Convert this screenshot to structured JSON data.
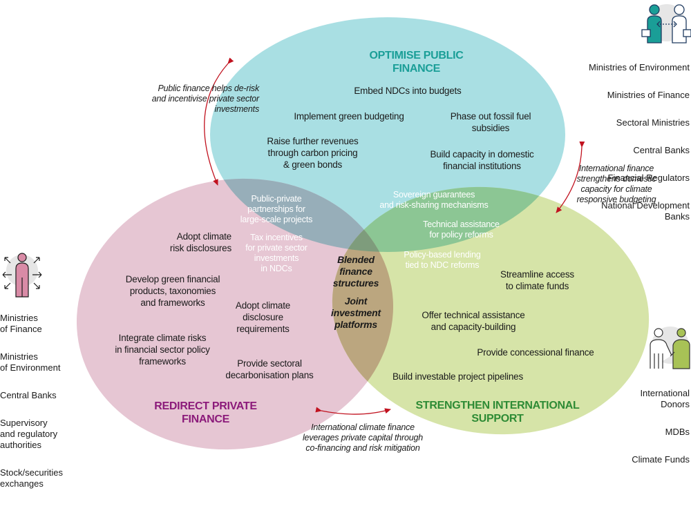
{
  "colors": {
    "public": "#a9dfe3",
    "private": "#e6c6d3",
    "international": "#d6e4a8",
    "public_private": "#97aeb9",
    "public_international": "#8cc694",
    "private_international": "#bba67f",
    "center": "#7e9c7c",
    "public_title": "#1a9e97",
    "private_title": "#8b1a7a",
    "international_title": "#2e8b35",
    "arrow": "#c1121f"
  },
  "circles": {
    "public": {
      "title": "OPTIMISE PUBLIC\nFINANCE",
      "items": [
        "Embed NDCs into budgets",
        "Implement green budgeting",
        "Phase out fossil fuel\nsubsidies",
        "Raise further revenues\nthrough carbon pricing\n& green bonds",
        "Build capacity in domestic\nfinancial institutions"
      ]
    },
    "private": {
      "title": "REDIRECT PRIVATE\nFINANCE",
      "items": [
        "Adopt climate\nrisk disclosures",
        "Develop green financial\nproducts, taxonomies\nand frameworks",
        "Adopt climate\ndisclosure\nrequirements",
        "Integrate climate risks\nin financial sector policy\nframeworks",
        "Provide sectoral\ndecarbonisation plans"
      ]
    },
    "international": {
      "title": "STRENGTHEN INTERNATIONAL\nSUPPORT",
      "items": [
        "Streamline access\nto climate funds",
        "Offer technical assistance\nand capacity-building",
        "Provide concessional finance",
        "Build investable project pipelines"
      ]
    }
  },
  "overlaps": {
    "public_private": [
      "Public-private\npartnerships for\nlarge-scale projects",
      "Tax incentives\nfor private sector\ninvestments\nin NDCs"
    ],
    "public_international": [
      "Sovereign guarantees\nand risk-sharing mechanisms",
      "Technical assistance\nfor policy reforms",
      "Policy-based lending\ntied to NDC reforms"
    ],
    "center": [
      "Blended\nfinance\nstructures",
      "Joint\ninvestment\nplatforms"
    ]
  },
  "arrows": {
    "public_private": "Public finance helps de-risk\nand incentivise private sector\ninvestments",
    "public_international": "International finance\nstrengthens domestic\ncapacity for climate\nresponsive budgeting",
    "private_international": "International climate finance\nleverages private capital through\nco-financing and risk mitigation"
  },
  "stakeholders": {
    "public": {
      "icon": "people-exchange-icon",
      "items": [
        "Ministries of Environment",
        "Ministries of Finance",
        "Sectoral Ministries",
        "Central Banks",
        "Financial Regulators",
        "National Development\nBanks"
      ]
    },
    "private": {
      "icon": "person-outward-arrows-icon",
      "items": [
        "Ministries\nof Finance",
        "Ministries\nof Environment",
        "Central Banks",
        "Supervisory\nand regulatory\nauthorities",
        "Stock/securities\nexchanges"
      ]
    },
    "international": {
      "icon": "handshake-people-icon",
      "items": [
        "International\nDonors",
        "MDBs",
        "Climate Funds"
      ]
    }
  }
}
